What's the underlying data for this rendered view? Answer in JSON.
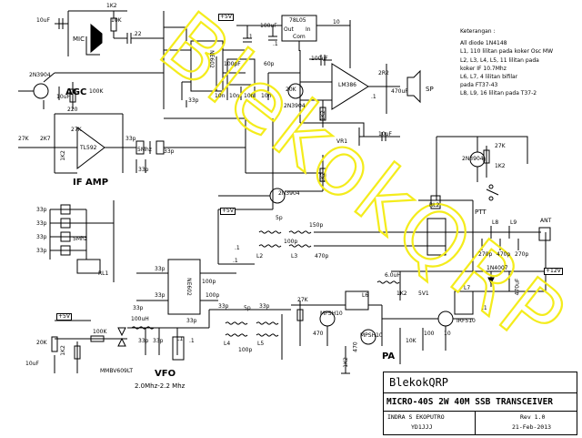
{
  "notes": {
    "heading": "Keterangan :",
    "lines": [
      "All diode 1N4148",
      "L1, 110 lilitan pada koker Osc MW",
      "L2, L3, L4, L5, 11 lilitan pada",
      "     koker IF 10.7Mhz",
      "L6, L7, 4 lilitan bifilar",
      "     pada FT37-43",
      "L8, L9, 16 lilitan pada T37-2"
    ]
  },
  "sections": {
    "agc": "AGC",
    "if_amp": "IF AMP",
    "vfo": "VFO",
    "vfo_range": "2.0Mhz-2.2 Mhz",
    "pa": "PA",
    "ptt": "PTT",
    "mic": "MIC",
    "sp": "SP",
    "ant": "ANT"
  },
  "components": {
    "ic_ne602_top": "NE602",
    "ic_ne602_bottom": "NE602",
    "ic_lm386": "LM386",
    "ic_tl592": "TL592",
    "ic_78l05": "78L05",
    "reg_out": "Out",
    "reg_in": "In",
    "reg_com": "Com",
    "q_2n3904_agc": "2N3904",
    "q_2n3904_mid": "2N3904",
    "q_2n3904_sw": "2N3904",
    "q_2n3904_ptt": "2N3904",
    "q_mpsh10_a": "MPSH10",
    "q_mpsh10_b": "MPSH10",
    "q_irf510": "IRF510",
    "d_mmbv609": "MMBV609LT",
    "d_1n4007": "1N4007",
    "xtal_5mhz_a": "5Mhz",
    "xtal_5mhz_b": "5Mhz",
    "rl1": "RL1",
    "rl2": "RL2",
    "vr1": "VR1",
    "inductor_6uh": "6.0uH",
    "l1": "L1",
    "l2": "L2",
    "l3": "L3",
    "l4": "L4",
    "l5": "L5",
    "l6": "L6",
    "l7": "L7",
    "l8": "L8",
    "l9": "L9"
  },
  "values": {
    "r1k2_top": "1K2",
    "r10k_mic": "10K",
    "c10uf_mic": "10uF",
    "c22": ".22",
    "c100uf_reg": "100uF",
    "r10_reg": "10",
    "plus5v_top": "+5V",
    "c1_a": ".1",
    "c1_b": ".1",
    "c100pf_a": "100pF",
    "c60p": "60p",
    "c10n_a": "10n",
    "c10n_b": "10n",
    "c10n_c": "10n",
    "c10n_d": "10n",
    "c33p_ne602": "33p",
    "r100k_agc": "100K",
    "c10uf_agc": "10uF",
    "r220": "220",
    "r27k_left": "27K",
    "r2k7": "2K7",
    "r27k_tl": "27K",
    "r1k2_tl": "1K2",
    "c33p_if1": "33p",
    "c33p_if2": "33p",
    "c33p_if3": "33p",
    "r20k": "20K",
    "r1k2_mid": "1K2",
    "c100uf_lm": "100uF",
    "c2r2": "2R2",
    "c470uf": "470uF",
    "c1_lm": ".1",
    "c10uf_vr": "10uF",
    "r27k_ptt": "27K",
    "r1k2_ptt": "1K2",
    "r1k2_sw": "1K2",
    "plus5v_mid": "+5V",
    "c33p_x1": "33p",
    "c33p_x2": "33p",
    "c33p_x3": "33p",
    "c33p_x4": "33p",
    "c33p_b1": "33p",
    "c33p_b2": "33p",
    "c100p_a": "100p",
    "c100p_b": "100p",
    "c150p": "150p",
    "c470p_a": "470p",
    "c5p_a": "5p",
    "c1_ne_b": ".1",
    "c270p_a": "270p",
    "c470p_b": "470p",
    "c270p_b": "270p",
    "c470uf_b": "470uF",
    "c1_pa": ".1",
    "plus12v": "+12V",
    "r1k2_pa": "1K2",
    "c5v1": "5V1",
    "r27k_pa": "27K",
    "r470_a": "470",
    "r470_b": "470",
    "r10k_pa": "10K",
    "r10_pa": "10",
    "r100": "100",
    "r1k2_pa2": "1K2",
    "plus5v_vfo": "+5V",
    "r20k_vfo": "20K",
    "r1k2_vfo": "1K2",
    "r100k_vfo": "100K",
    "c10uf_vfo": "10uF",
    "c100uh": "100uH",
    "c33p_v1": "33p",
    "c33p_v2": "33p",
    "c33p_v3": "33p",
    "c33p_v4": "33p",
    "c33p_v5": "33p",
    "c5p_v": "5p",
    "c100p_v": "100p",
    "c33p_n1": "33p",
    "c1_v": ".1",
    "c100p_n": "100p",
    "c1_n": ".1",
    "plus5v_b": "+5V"
  },
  "title_block": {
    "name": "BlekokQRP",
    "title": "MICRO-40S 2W 40M SSB TRANSCEIVER",
    "author": "INDRA S EKOPUTRO",
    "callsign": "YD1JJJ",
    "revision": "Rev 1.0",
    "date": "21-Feb-2013"
  },
  "watermark": {
    "text": "BlekokQRP",
    "color": "#f4ec1c"
  }
}
